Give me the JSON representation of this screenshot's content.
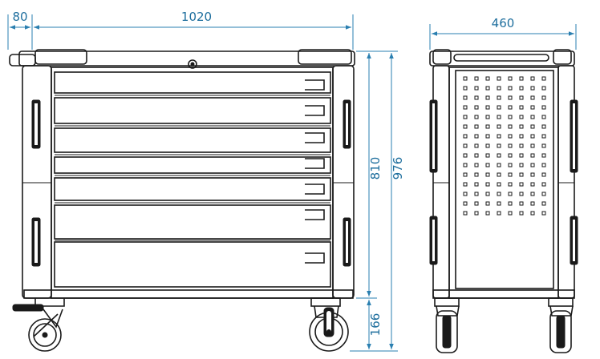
{
  "colors": {
    "dimension": "#2a7fb0",
    "line": "#1a1a1a",
    "background": "#ffffff"
  },
  "dimensions": {
    "handle_offset": "80",
    "front_width": "1020",
    "side_depth": "460",
    "body_height": "810",
    "total_height": "976",
    "caster_height": "166"
  }
}
